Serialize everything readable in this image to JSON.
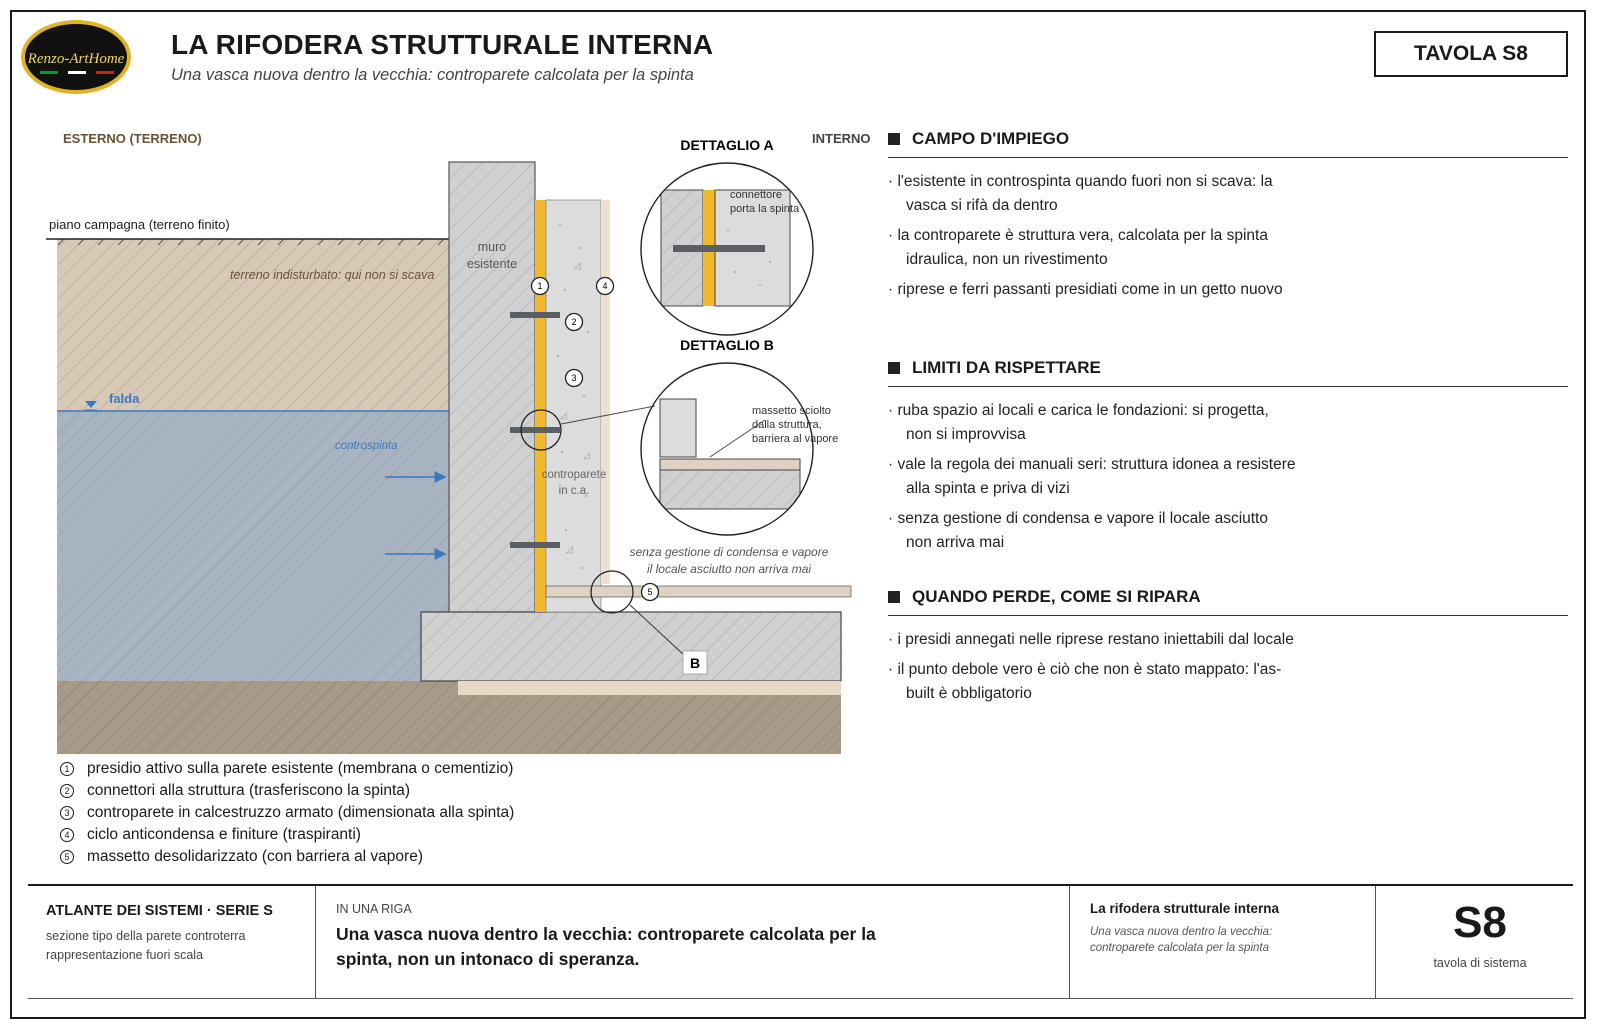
{
  "logo": {
    "text": "Renzo-ArtHome"
  },
  "header": {
    "title": "LA RIFODERA STRUTTURALE INTERNA",
    "subtitle": "Una vasca nuova dentro la vecchia: controparete calcolata per la spinta",
    "sheet": "TAVOLA S8"
  },
  "drawing": {
    "esterno": "ESTERNO (TERRENO)",
    "interno": "INTERNO",
    "piano_campagna": "piano campagna (terreno finito)",
    "terreno": "terreno indisturbato: qui non si scava",
    "muro_1": "muro",
    "muro_2": "esistente",
    "falda": "falda",
    "controspinta": "controspinta",
    "controparete_1": "controparete",
    "controparete_2": "in c.a.",
    "note_1": "senza gestione di condensa e vapore",
    "note_2": "il locale asciutto non arriva mai",
    "callout_b": "B",
    "markers": [
      "1",
      "2",
      "3",
      "4",
      "5"
    ],
    "detail_a": {
      "title": "DETTAGLIO A",
      "label_1": "connettore",
      "label_2": "porta la spinta"
    },
    "detail_b": {
      "title": "DETTAGLIO B",
      "label_1": "massetto sciolto",
      "label_2": "dalla struttura,",
      "label_3": "barriera al vapore"
    }
  },
  "legend": [
    {
      "num": "1",
      "text": "presidio attivo sulla parete esistente (membrana o cementizio)"
    },
    {
      "num": "2",
      "text": "connettori alla struttura (trasferiscono la spinta)"
    },
    {
      "num": "3",
      "text": "controparete in calcestruzzo armato (dimensionata alla spinta)"
    },
    {
      "num": "4",
      "text": "ciclo anticondensa e finiture (traspiranti)"
    },
    {
      "num": "5",
      "text": "massetto desolidarizzato (con barriera al vapore)"
    }
  ],
  "sections": [
    {
      "title": "CAMPO D'IMPIEGO",
      "items": [
        "l'esistente in controspinta quando fuori non si scava: la vasca si rifà da dentro",
        "la controparete è struttura vera, calcolata per la spinta idraulica, non un rivestimento",
        "riprese e ferri passanti presidiati come in un getto nuovo"
      ]
    },
    {
      "title": "LIMITI DA RISPETTARE",
      "items": [
        "ruba spazio ai locali e carica le fondazioni: si progetta, non si improvvisa",
        "vale la regola dei manuali seri: struttura idonea a resistere alla spinta e priva di vizi",
        "senza gestione di condensa e vapore il locale asciutto non arriva mai"
      ]
    },
    {
      "title": "QUANDO PERDE, COME SI RIPARA",
      "items": [
        "i presidi annegati nelle riprese restano iniettabili dal locale",
        "il punto debole vero è ciò che non è stato mappato: l'as-built è obbligatorio"
      ]
    }
  ],
  "footer": {
    "series_title": "ATLANTE DEI SISTEMI · SERIE S",
    "series_line1": "sezione tipo della parete controterra",
    "series_line2": "rappresentazione fuori scala",
    "oneline_label": "IN UNA RIGA",
    "oneline_text": "Una vasca nuova dentro la vecchia: controparete calcolata per la spinta, non un intonaco di speranza.",
    "right_title": "La rifodera strutturale interna",
    "right_sub": "Una vasca nuova dentro la vecchia: controparete calcolata per la spinta",
    "code": "S8",
    "code_caption": "tavola di sistema"
  },
  "colors": {
    "soil": "#d8c8b6",
    "water": "#a9b4c2",
    "concrete": "#d4d4d4",
    "membrane": "#f2b92a",
    "connector": "#5a5f66",
    "water_line": "#3a78c0",
    "brown_label": "#6b5232"
  }
}
